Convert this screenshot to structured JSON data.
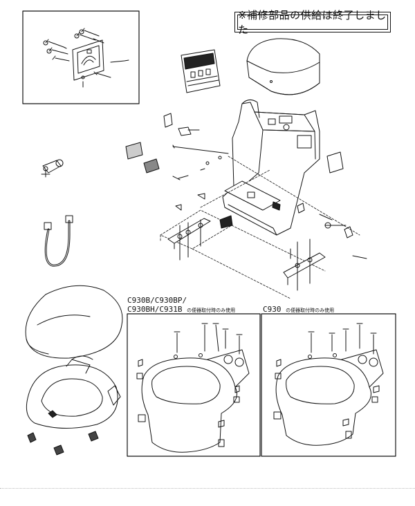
{
  "notice": "※補修部品の供給は終了しました",
  "label_left": {
    "line1": "C930B/C930BP/",
    "line2_models": "C930BH/C931B",
    "line2_note": "の便器取付時のみ使用"
  },
  "label_right": {
    "model": "C930",
    "note": "の便器取付時のみ使用"
  }
}
